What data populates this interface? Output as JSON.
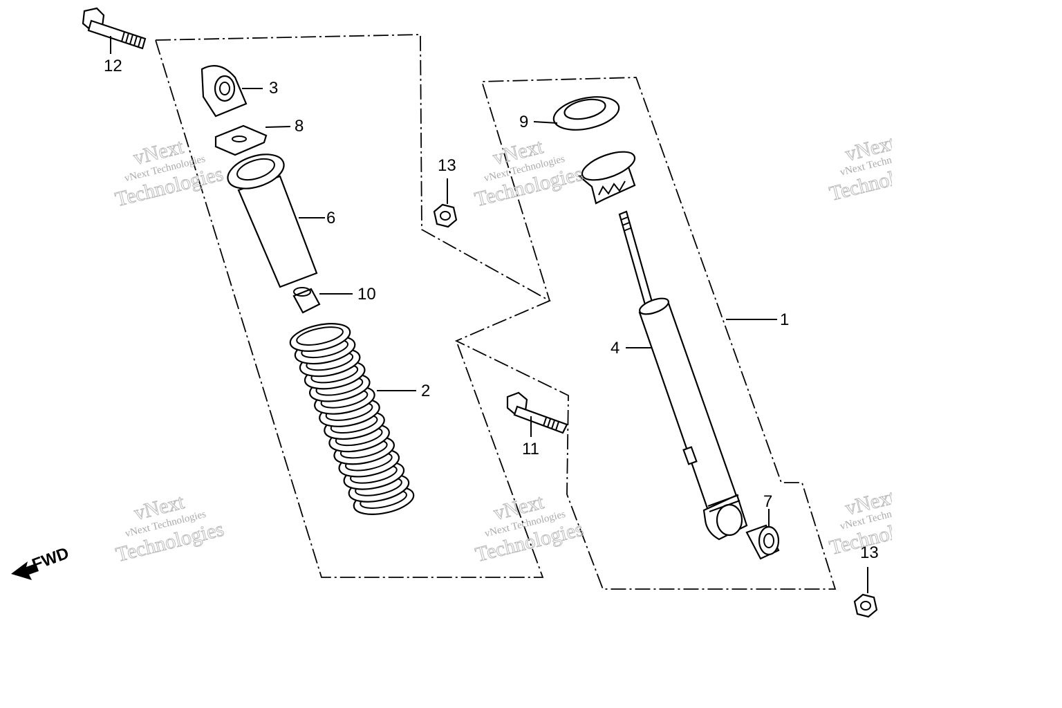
{
  "callouts": [
    {
      "id": "1",
      "label": "1"
    },
    {
      "id": "2",
      "label": "2"
    },
    {
      "id": "3",
      "label": "3"
    },
    {
      "id": "4",
      "label": "4"
    },
    {
      "id": "6",
      "label": "6"
    },
    {
      "id": "7",
      "label": "7"
    },
    {
      "id": "8",
      "label": "8"
    },
    {
      "id": "9",
      "label": "9"
    },
    {
      "id": "10",
      "label": "10"
    },
    {
      "id": "11",
      "label": "11"
    },
    {
      "id": "12",
      "label": "12"
    },
    {
      "id": "13a",
      "label": "13"
    },
    {
      "id": "13b",
      "label": "13"
    }
  ],
  "direction": {
    "label": "FWD"
  },
  "watermark": {
    "line1": "vNext Technologies",
    "line2": "vNext",
    "line3": "Technologies"
  }
}
